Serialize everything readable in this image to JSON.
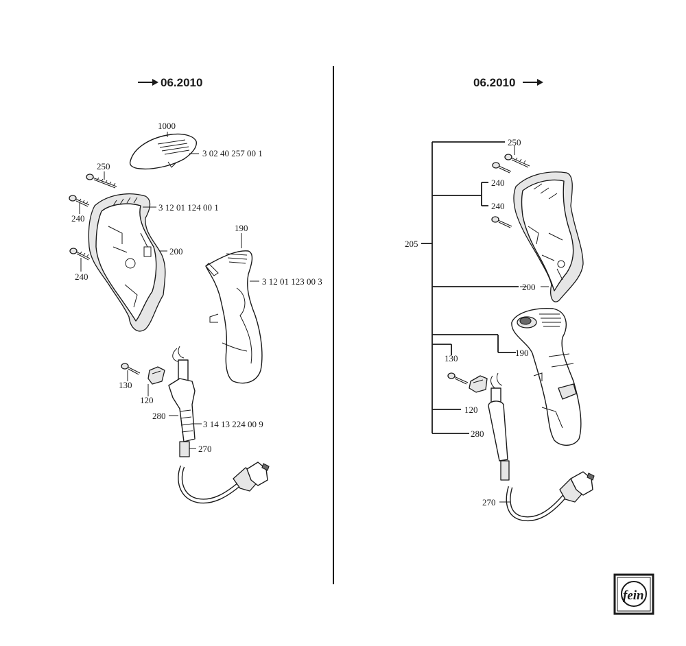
{
  "headers": {
    "left": "06.2010",
    "right": "06.2010"
  },
  "left_labels": {
    "p1000": "1000",
    "p1000_code": "3 02 40 257 00 1",
    "p250": "250",
    "p200_code": "3 12 01 124 00 1",
    "p240a": "240",
    "p200": "200",
    "p240b": "240",
    "p190": "190",
    "p190_code": "3 12 01 123 00 3",
    "p130": "130",
    "p120": "120",
    "p280": "280",
    "p280_code": "3 14 13 224 00 9",
    "p270": "270"
  },
  "right_labels": {
    "p250": "250",
    "p240a": "240",
    "p240b": "240",
    "p205": "205",
    "p200": "200",
    "p190": "190",
    "p130": "130",
    "p120": "120",
    "p280": "280",
    "p270": "270"
  },
  "logo": {
    "text": "fein"
  },
  "colors": {
    "ink": "#1a1a1a",
    "paper": "#ffffff",
    "shade": "#e6e6e6"
  }
}
